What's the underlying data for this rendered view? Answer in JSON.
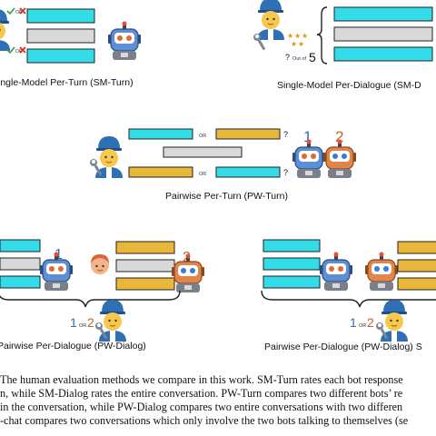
{
  "panels": {
    "sm_turn": {
      "title": "ingle-Model Per-Turn  (SM-Turn)"
    },
    "sm_dialogue": {
      "title": "Single-Model Per-Dialogue  (SM-D",
      "rating_prefix": "?",
      "rating_mid": "Out of",
      "rating_value": "5"
    },
    "pw_turn": {
      "title": "Pairwise Per-Turn (PW-Turn)",
      "or": "OR",
      "question": "?",
      "bot1_number": "1",
      "bot2_number": "2"
    },
    "pw_dialog_left": {
      "title": "Pairwise Per-Dialogue (PW-Dialog)",
      "bot1_number": "1",
      "bot2_number": "2",
      "choice_1": "1",
      "choice_or": "OR",
      "choice_2": "2"
    },
    "pw_dialog_right": {
      "title": "Pairwise Per-Dialogue (PW-Dialog) S",
      "choice_1": "1",
      "choice_or": "OR",
      "choice_2": "2"
    }
  },
  "caption": {
    "lines": [
      "The human evaluation methods we compare in this work.  SM-Turn rates each bot response",
      "n, while SM-Dialog rates the entire conversation.  PW-Turn compares two different bots’ re",
      "in the conversation, while PW-Dialog compares two entire conversations with two differen",
      "-chat compares two conversations which only involve the two bots talking to themselves (se"
    ]
  },
  "colors": {
    "cyan": "#33dce8",
    "gold": "#e9b73a",
    "gray": "#d9d9d9",
    "robot_blue": "#5b8fd6",
    "robot_orange": "#e0864a",
    "worker_blue": "#2f6fb3",
    "worker_skin": "#f6c94d"
  },
  "icons": [
    "robot-icon",
    "worker-icon",
    "human-icon",
    "check-icon",
    "x-icon",
    "star-icon",
    "wrench-icon"
  ]
}
